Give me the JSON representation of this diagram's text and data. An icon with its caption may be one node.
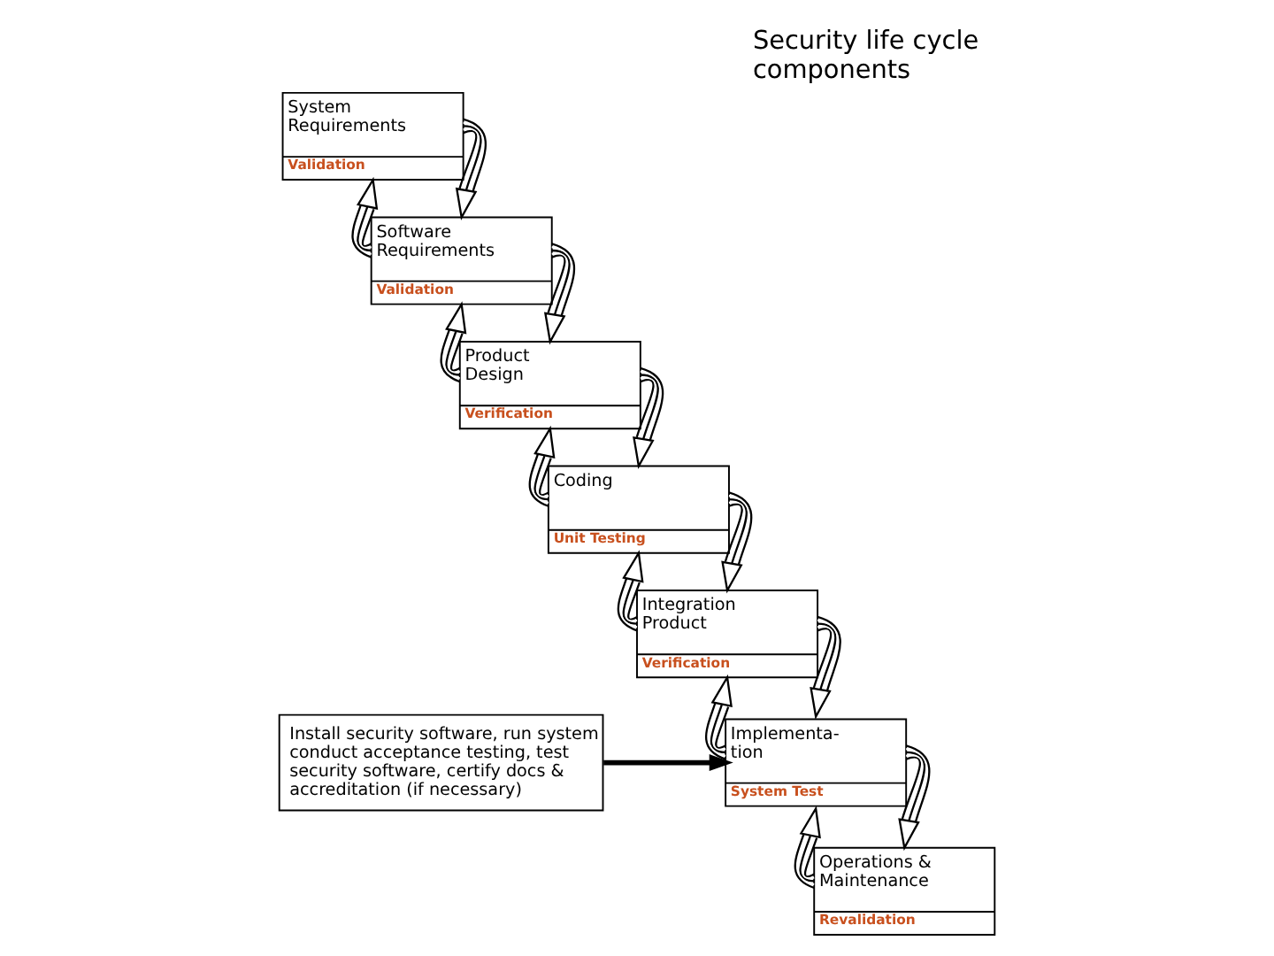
{
  "diagram": {
    "title": "Security life cycle components",
    "nodes": [
      {
        "text": [
          "System Requirements",
          "Validation"
        ]
      },
      {
        "text": [
          "Software Requirements",
          "Validation"
        ]
      },
      {
        "text": [
          "Product Design",
          "Verification"
        ]
      },
      {
        "text": [
          "Coding",
          "Unit Testing"
        ]
      },
      {
        "text": [
          "Integration Product",
          "Verification"
        ]
      },
      {
        "text": [
          "Implementa- tion",
          "System Test"
        ]
      },
      {
        "text": [
          "Operations & Maintenance",
          "Revalidation"
        ]
      },
      {
        "text": [
          "Install security software, run system conduct acceptance testing, test security software, certify docs & accreditation (if necessary)"
        ]
      }
    ],
    "edges": [
      {
        "from": 0,
        "to": 1,
        "arrow": "to"
      },
      {
        "from": 1,
        "to": 0,
        "arrow": "to"
      },
      {
        "from": 1,
        "to": 2,
        "arrow": "to"
      },
      {
        "from": 2,
        "to": 1,
        "arrow": "to"
      },
      {
        "from": 2,
        "to": 3,
        "arrow": "to"
      },
      {
        "from": 3,
        "to": 2,
        "arrow": "to"
      },
      {
        "from": 3,
        "to": 4,
        "arrow": "to"
      },
      {
        "from": 4,
        "to": 3,
        "arrow": "to"
      },
      {
        "from": 4,
        "to": 5,
        "arrow": "to"
      },
      {
        "from": 5,
        "to": 4,
        "arrow": "to"
      },
      {
        "from": 5,
        "to": 6,
        "arrow": "to"
      },
      {
        "from": 6,
        "to": 5,
        "arrow": "to"
      },
      {
        "from": 7,
        "to": 5,
        "arrow": "to",
        "style": "thick"
      }
    ]
  }
}
